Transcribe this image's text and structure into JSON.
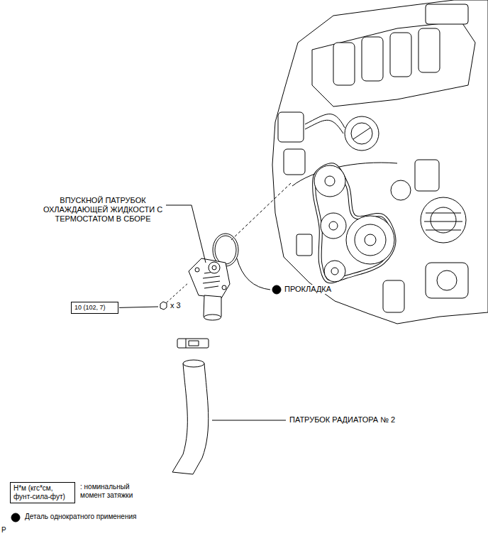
{
  "diagram": {
    "nodes": [
      {
        "text": [
          "10 (102, 7)"
        ]
      },
      {
        "text": [
          "Н*м (кгс*см, фунт-сила-фут)"
        ]
      }
    ],
    "labels": [
      "ВПУСКНОЙ ПАТРУБОК ОХЛАЖДАЮЩЕЙ ЖИДКОСТИ С ТЕРМОСТАТОМ В СБОРЕ",
      "ПРОКЛАДКА",
      "x 3",
      "ПАТРУБОК РАДИАТОРА № 2",
      "P"
    ],
    "legend": [
      {
        "text": ": номинальный момент затяжки"
      },
      {
        "text": "Деталь однократного применения"
      }
    ]
  }
}
